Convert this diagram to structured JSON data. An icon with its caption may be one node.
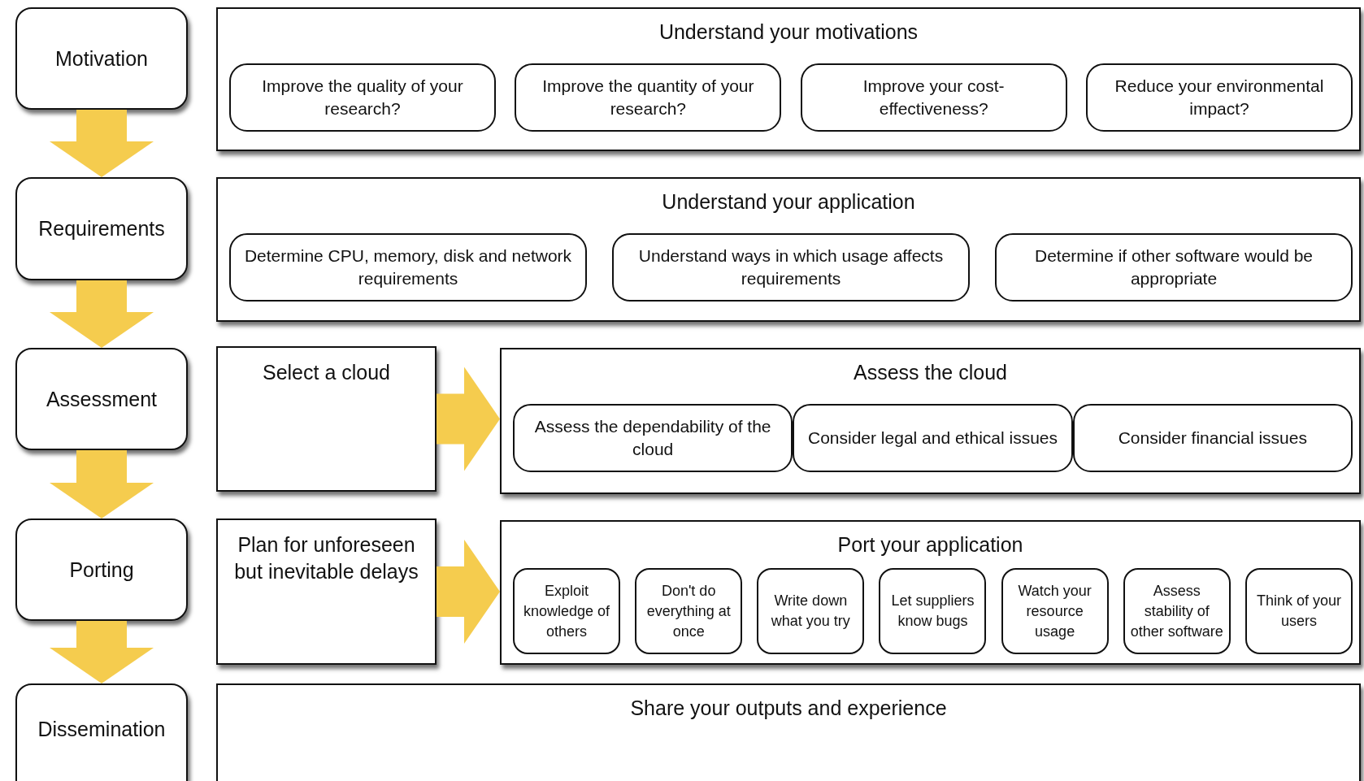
{
  "diagram": {
    "nodes": [
      {
        "text": [
          "Motivation"
        ]
      },
      {
        "text": [
          "Understand your motivations"
        ]
      },
      {
        "text": [
          "Improve the quality of your research?"
        ],
        "in": 1
      },
      {
        "text": [
          "Improve the quantity of your research?"
        ],
        "in": 1
      },
      {
        "text": [
          "Improve your cost-effectiveness?"
        ],
        "in": 1
      },
      {
        "text": [
          "Reduce your environmental impact?"
        ],
        "in": 1
      },
      {
        "text": [
          "Requirements"
        ]
      },
      {
        "text": [
          "Understand your application"
        ]
      },
      {
        "text": [
          "Determine CPU, memory, disk and network requirements"
        ],
        "in": 7
      },
      {
        "text": [
          "Understand ways in which usage affects requirements"
        ],
        "in": 7
      },
      {
        "text": [
          "Determine if other software would be appropriate"
        ],
        "in": 7
      },
      {
        "text": [
          "Assessment"
        ]
      },
      {
        "text": [
          "Select a cloud"
        ]
      },
      {
        "text": [
          "Assess the cloud"
        ]
      },
      {
        "text": [
          "Assess the dependability of the cloud"
        ],
        "in": 13
      },
      {
        "text": [
          "Consider legal and ethical issues"
        ],
        "in": 13
      },
      {
        "text": [
          "Consider financial issues"
        ],
        "in": 13
      },
      {
        "text": [
          "Porting"
        ]
      },
      {
        "text": [
          "Plan for unforeseen but inevitable delays"
        ]
      },
      {
        "text": [
          "Port your application"
        ]
      },
      {
        "text": [
          "Exploit knowledge of others"
        ],
        "in": 19
      },
      {
        "text": [
          "Don't do everything at once"
        ],
        "in": 19
      },
      {
        "text": [
          "Write down what you try"
        ],
        "in": 19
      },
      {
        "text": [
          "Let suppliers know bugs"
        ],
        "in": 19
      },
      {
        "text": [
          "Watch your resource usage"
        ],
        "in": 19
      },
      {
        "text": [
          "Assess stability of other software"
        ],
        "in": 19
      },
      {
        "text": [
          "Think of your users"
        ],
        "in": 19
      },
      {
        "text": [
          "Dissemination"
        ]
      },
      {
        "text": [
          "Share your outputs and experience"
        ]
      }
    ],
    "edges": [
      {
        "from": 0,
        "to": 6,
        "arrow": "to"
      },
      {
        "from": 6,
        "to": 11,
        "arrow": "to"
      },
      {
        "from": 11,
        "to": 17,
        "arrow": "to"
      },
      {
        "from": 17,
        "to": 27,
        "arrow": "to"
      },
      {
        "from": 12,
        "to": 13,
        "arrow": "to"
      },
      {
        "from": 18,
        "to": 19,
        "arrow": "to"
      }
    ]
  }
}
